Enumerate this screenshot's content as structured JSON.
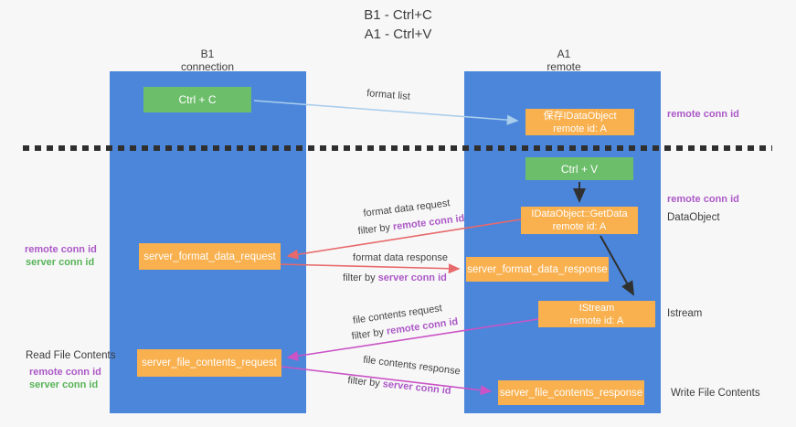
{
  "title": {
    "line1": "B1 - Ctrl+C",
    "line2": "A1 - Ctrl+V"
  },
  "left_column": {
    "header1": "B1",
    "header2": "connection"
  },
  "right_column": {
    "header1": "A1",
    "header2": "remote"
  },
  "boxes": {
    "ctrl_c": {
      "label": "Ctrl + C"
    },
    "save_dataobject": {
      "line1": "保存IDataObject",
      "line2": "remote id: A"
    },
    "ctrl_v": {
      "label": "Ctrl + V"
    },
    "getdata": {
      "line1": "IDataObject::GetData",
      "line2": "remote id: A"
    },
    "server_format_data_request": {
      "label": "server_format_data_request"
    },
    "server_format_data_response": {
      "label": "server_format_data_response"
    },
    "istream": {
      "line1": "IStream",
      "line2": "remote id: A"
    },
    "server_file_contents_request": {
      "label": "server_file_contents_request"
    },
    "server_file_contents_response": {
      "label": "server_file_contents_response"
    }
  },
  "flow_labels": {
    "format_list": "format list",
    "format_data_request": "format data request",
    "filter_by_remote_1": {
      "prefix": "filter by ",
      "id": "remote conn id"
    },
    "format_data_response": "format data response",
    "filter_by_server_1": {
      "prefix": "filter by ",
      "id": "server conn id"
    },
    "file_contents_request": "file contents request",
    "filter_by_remote_2": {
      "prefix": "filter by ",
      "id": "remote conn id"
    },
    "file_contents_response": "file contents response",
    "filter_by_server_2": {
      "prefix": "filter by ",
      "id": "server conn id"
    }
  },
  "annotations": {
    "remote_conn_id_right_top": "remote conn id",
    "remote_conn_id_right_mid": "remote conn id",
    "dataobject": "DataObject",
    "istream": "Istream",
    "write_file_contents": "Write File Contents",
    "remote_conn_id_left_top": "remote conn id",
    "server_conn_id_left_top": "server conn id",
    "read_file_contents": "Read File Contents",
    "remote_conn_id_left_bottom": "remote conn id",
    "server_conn_id_left_bottom": "server conn id"
  },
  "colors": {
    "background": "#f7f7f8",
    "column_blue": "#4b86da",
    "box_green": "#6dbe6b",
    "box_orange": "#f9b04e",
    "arrow_light_blue": "#a9cdec",
    "arrow_red": "#e8696b",
    "arrow_magenta": "#ca54c5",
    "arrow_black": "#303030",
    "text_purple": "#ac59c6",
    "text_green": "#57b457"
  }
}
